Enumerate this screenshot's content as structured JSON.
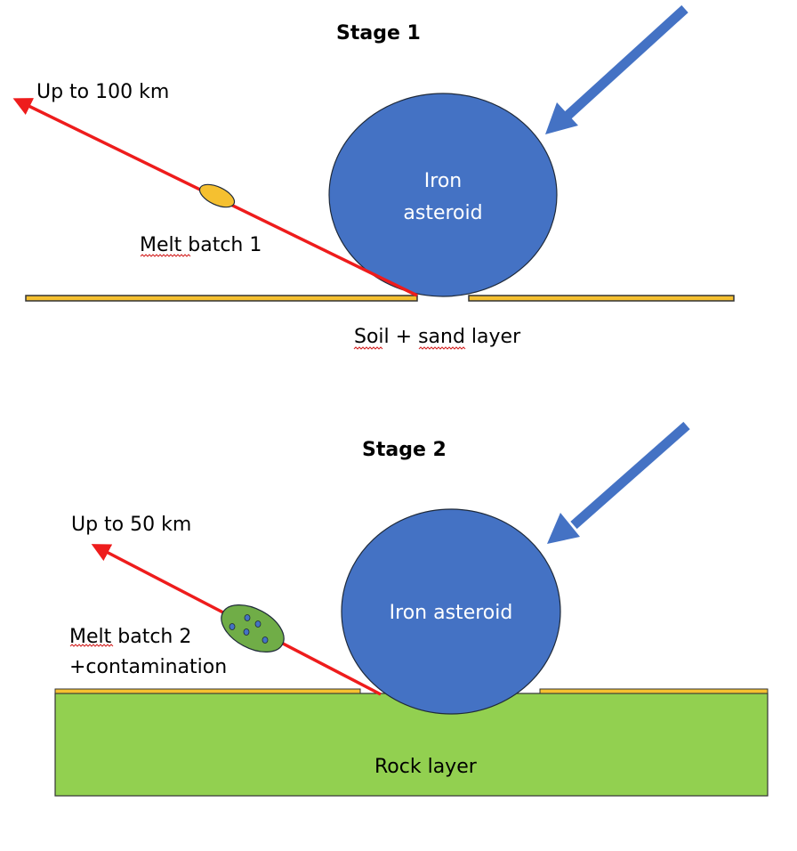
{
  "colors": {
    "asteroid": "#4472C4",
    "impact_arrow": "#4472C4",
    "ejecta_arrow": "#EE1C1C",
    "soil_layer": "#F5C030",
    "rock_layer": "#92D050",
    "melt_batch_1": "#F5C030",
    "melt_batch_2": "#70AD47",
    "contaminant_dots": "#4472C4",
    "outline": "#1F2A3A",
    "spellcheck_squiggle": "#D32020"
  },
  "stage1": {
    "title": "Stage 1",
    "asteroid_label_line1": "Iron",
    "asteroid_label_line2": "asteroid",
    "ejecta_label": "Up to 100 km",
    "melt_label": "Melt batch 1",
    "layer_label": "Soil + sand layer"
  },
  "stage2": {
    "title": "Stage 2",
    "asteroid_label": "Iron asteroid",
    "ejecta_label": "Up to 50 km",
    "melt_label_line1": "Melt batch 2",
    "melt_label_line2": "+contamination",
    "layer_label": "Rock layer",
    "contaminant_count": 5
  }
}
